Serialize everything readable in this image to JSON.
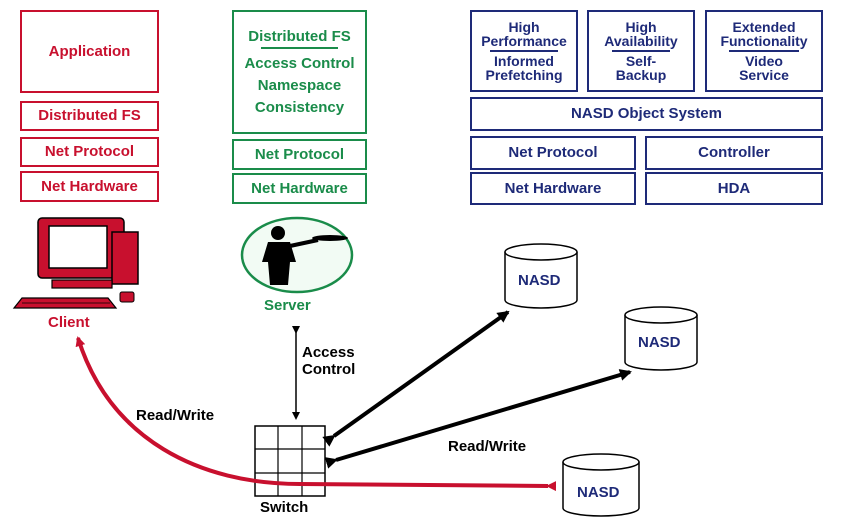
{
  "client_stack": {
    "application": "Application",
    "distributed_fs": "Distributed FS",
    "net_protocol": "Net Protocol",
    "net_hardware": "Net Hardware"
  },
  "server_stack": {
    "distributed_fs": "Distributed FS",
    "access_control": "Access Control",
    "namespace": "Namespace",
    "consistency": "Consistency",
    "net_protocol": "Net Protocol",
    "net_hardware": "Net Hardware"
  },
  "nasd_stack": {
    "high_performance_1": "High",
    "high_performance_2": "Performance",
    "informed_1": "Informed",
    "informed_2": "Prefetching",
    "high_availability_1": "High",
    "high_availability_2": "Availability",
    "self_backup_1": "Self-",
    "self_backup_2": "Backup",
    "extended_1": "Extended",
    "extended_2": "Functionality",
    "video_1": "Video",
    "video_2": "Service",
    "object_system": "NASD Object System",
    "net_protocol": "Net Protocol",
    "controller": "Controller",
    "net_hardware": "Net Hardware",
    "hda": "HDA"
  },
  "labels": {
    "client": "Client",
    "server": "Server",
    "switch": "Switch",
    "access_control_1": "Access",
    "access_control_2": "Control",
    "read_write_left": "Read/Write",
    "read_write_right": "Read/Write",
    "nasd_1": "NASD",
    "nasd_2": "NASD",
    "nasd_3": "NASD"
  },
  "colors": {
    "client": "#c8102e",
    "server": "#1a8c4a",
    "nasd": "#1e2a78",
    "arrow_red": "#c8102e",
    "arrow_black": "#000000"
  }
}
